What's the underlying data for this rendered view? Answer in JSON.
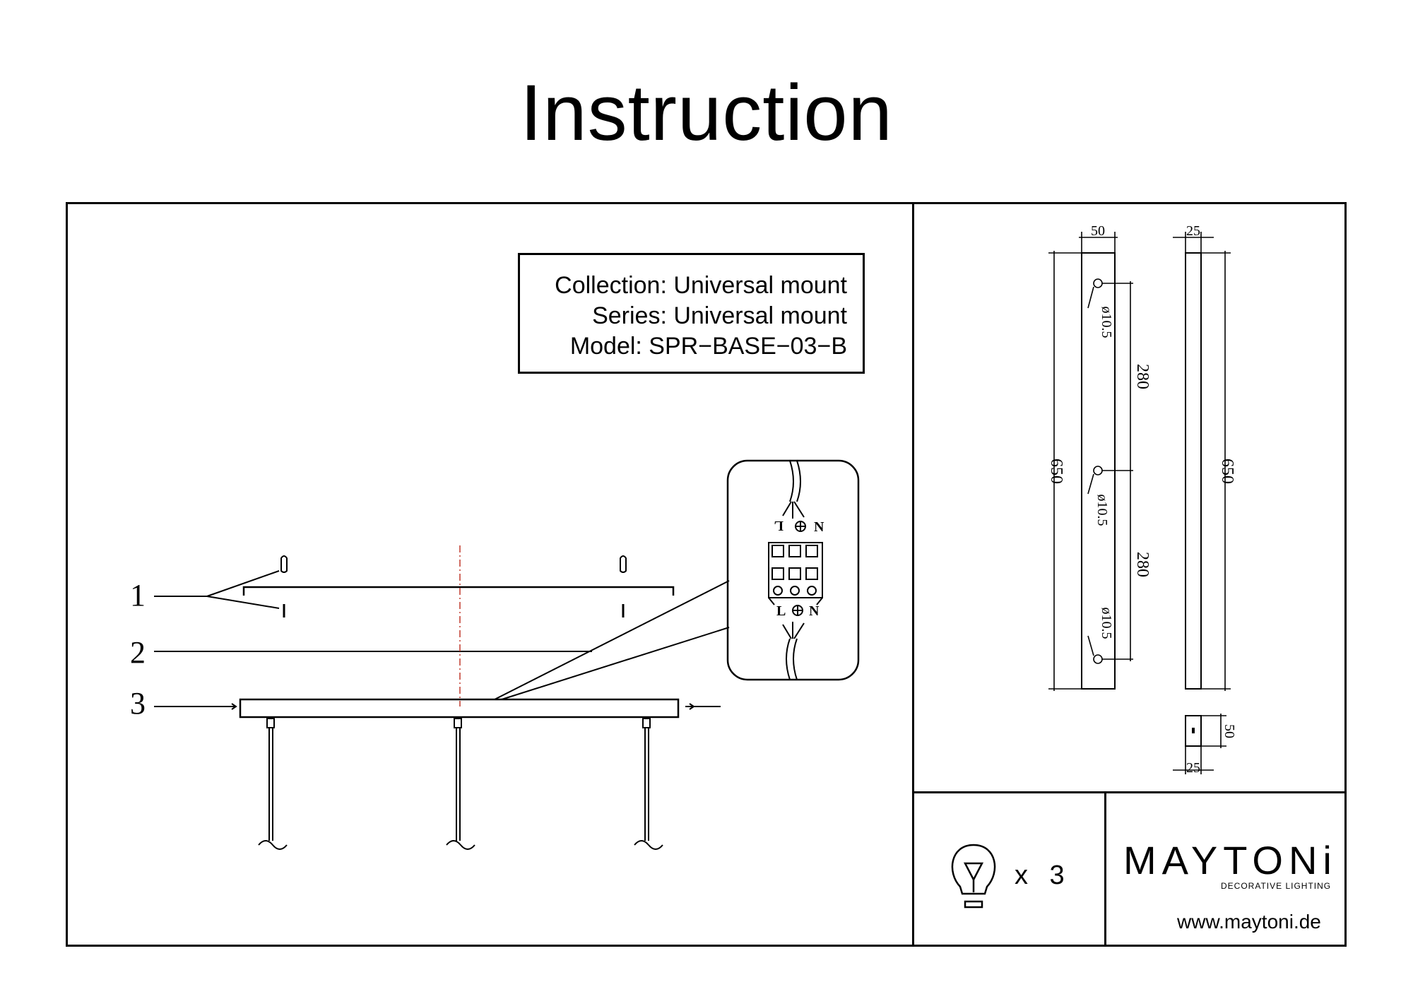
{
  "title": "Instruction",
  "info": {
    "collection": "Collection: Universal  mount",
    "series": "Series: Universal mount",
    "model": "Model: SPR−BASE−03−B"
  },
  "callouts": [
    "1",
    "2",
    "3"
  ],
  "terminal": {
    "top_labels": [
      "L",
      "N"
    ],
    "bottom_labels": [
      "L",
      "N"
    ]
  },
  "dimensions": {
    "front_width": "50",
    "front_height": "650",
    "spacing_top": "280",
    "spacing_bottom": "280",
    "hole_diameter": "ø10.5",
    "side_width": "25",
    "side_height": "650",
    "end_height": "50",
    "end_width": "25"
  },
  "bulbs": {
    "count_label": "x  3",
    "icon": "light-bulb-icon"
  },
  "brand": {
    "name": "MAYTONi",
    "tagline": "DECORATIVE LIGHTING",
    "website": "www.maytoni.de"
  }
}
